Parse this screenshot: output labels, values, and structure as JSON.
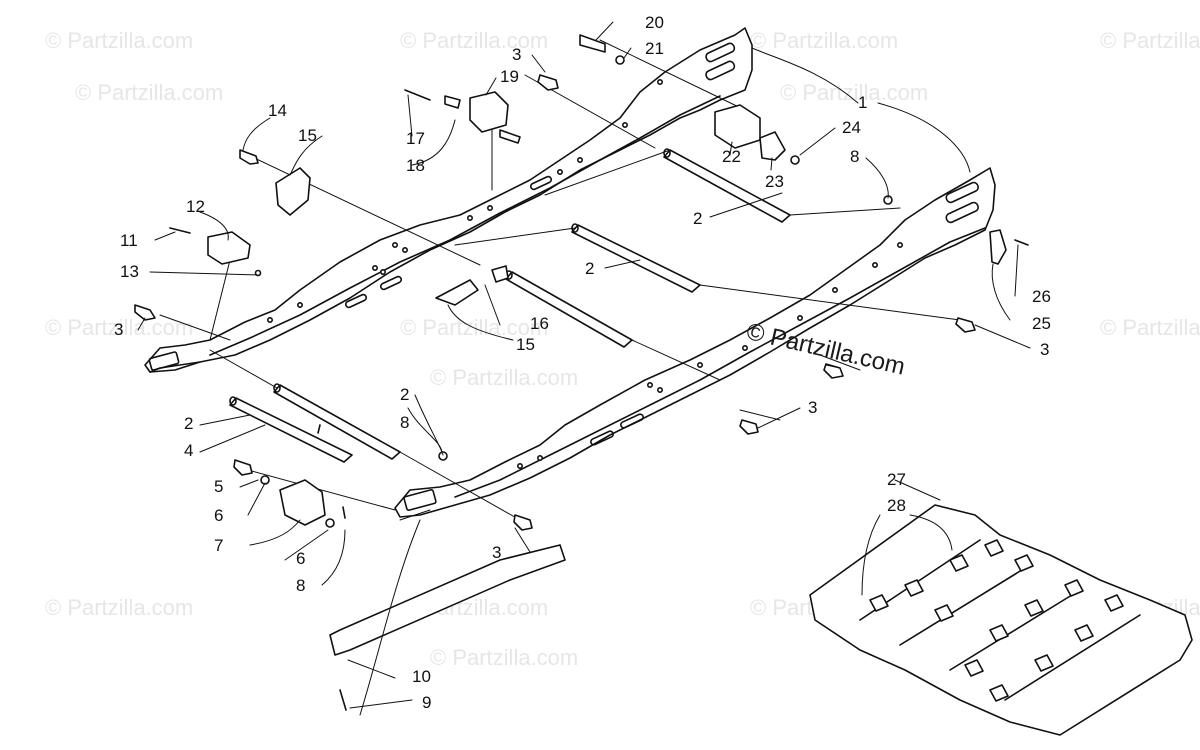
{
  "watermark": {
    "text": "© Partzilla.com",
    "main_text": "© Partzilla.com"
  },
  "callouts": [
    {
      "id": "c1",
      "label": "1"
    },
    {
      "id": "c2a",
      "label": "2"
    },
    {
      "id": "c2b",
      "label": "2"
    },
    {
      "id": "c2c",
      "label": "2"
    },
    {
      "id": "c2d",
      "label": "2"
    },
    {
      "id": "c3a",
      "label": "3"
    },
    {
      "id": "c3b",
      "label": "3"
    },
    {
      "id": "c3c",
      "label": "3"
    },
    {
      "id": "c3d",
      "label": "3"
    },
    {
      "id": "c3e",
      "label": "3"
    },
    {
      "id": "c4",
      "label": "4"
    },
    {
      "id": "c5",
      "label": "5"
    },
    {
      "id": "c6a",
      "label": "6"
    },
    {
      "id": "c6b",
      "label": "6"
    },
    {
      "id": "c7",
      "label": "7"
    },
    {
      "id": "c8a",
      "label": "8"
    },
    {
      "id": "c8b",
      "label": "8"
    },
    {
      "id": "c8c",
      "label": "8"
    },
    {
      "id": "c9",
      "label": "9"
    },
    {
      "id": "c10",
      "label": "10"
    },
    {
      "id": "c11",
      "label": "11"
    },
    {
      "id": "c12",
      "label": "12"
    },
    {
      "id": "c13",
      "label": "13"
    },
    {
      "id": "c14",
      "label": "14"
    },
    {
      "id": "c15a",
      "label": "15"
    },
    {
      "id": "c15b",
      "label": "15"
    },
    {
      "id": "c16",
      "label": "16"
    },
    {
      "id": "c17",
      "label": "17"
    },
    {
      "id": "c18",
      "label": "18"
    },
    {
      "id": "c19",
      "label": "19"
    },
    {
      "id": "c20",
      "label": "20"
    },
    {
      "id": "c21",
      "label": "21"
    },
    {
      "id": "c22",
      "label": "22"
    },
    {
      "id": "c23",
      "label": "23"
    },
    {
      "id": "c24",
      "label": "24"
    },
    {
      "id": "c25",
      "label": "25"
    },
    {
      "id": "c26",
      "label": "26"
    },
    {
      "id": "c27",
      "label": "27"
    },
    {
      "id": "c28",
      "label": "28"
    }
  ]
}
